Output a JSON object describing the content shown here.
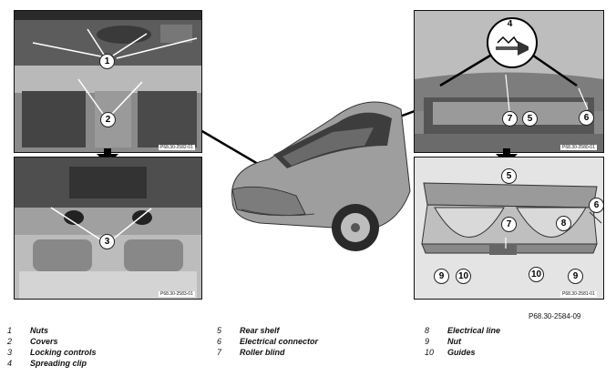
{
  "figure_code": "P68.30-2584-09",
  "panels": {
    "top_left_code": "P68.30-2582-01",
    "mid_left_code": "P68.30-2583-01",
    "top_right_code": "P68.30-2580-01",
    "bottom_right_code": "P68.30-2581-01"
  },
  "callouts": {
    "n1": "1",
    "n2": "2",
    "n3": "3",
    "n4": "4",
    "n5": "5",
    "n6": "6",
    "n7": "7",
    "n8": "8",
    "n9": "9",
    "n10": "10"
  },
  "legend": [
    {
      "num": "1",
      "label": "Nuts"
    },
    {
      "num": "2",
      "label": "Covers"
    },
    {
      "num": "3",
      "label": "Locking controls"
    },
    {
      "num": "4",
      "label": "Spreading clip"
    },
    {
      "num": "5",
      "label": "Rear shelf"
    },
    {
      "num": "6",
      "label": "Electrical connector"
    },
    {
      "num": "7",
      "label": "Roller blind"
    },
    {
      "num": "8",
      "label": "Electrical line"
    },
    {
      "num": "9",
      "label": "Nut"
    },
    {
      "num": "10",
      "label": "Guides"
    }
  ]
}
